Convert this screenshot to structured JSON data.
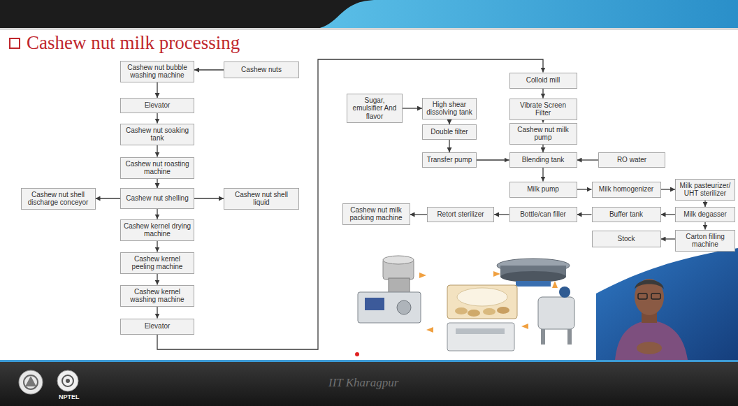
{
  "diagram": {
    "title": "Cashew nut milk processing",
    "nodes": [
      {
        "text": [
          "Cashew nut bubble washing machine"
        ]
      },
      {
        "text": [
          "Cashew nuts"
        ]
      },
      {
        "text": [
          "Elevator"
        ]
      },
      {
        "text": [
          "Cashew nut soaking tank"
        ]
      },
      {
        "text": [
          "Cashew nut roasting machine"
        ]
      },
      {
        "text": [
          "Cashew nut shell discharge conceyor"
        ]
      },
      {
        "text": [
          "Cashew nut shelling"
        ]
      },
      {
        "text": [
          "Cashew nut shell liquid"
        ]
      },
      {
        "text": [
          "Cashew kernel drying machine"
        ]
      },
      {
        "text": [
          "Cashew kernel peeling machine"
        ]
      },
      {
        "text": [
          "Cashew kernel washing machine"
        ]
      },
      {
        "text": [
          "Elevator"
        ]
      },
      {
        "text": [
          "Colloid mill"
        ]
      },
      {
        "text": [
          "Sugar, emulsifier And flavor"
        ]
      },
      {
        "text": [
          "High shear dissolving tank"
        ]
      },
      {
        "text": [
          "Vibrate Screen Filter"
        ]
      },
      {
        "text": [
          "Double filter"
        ]
      },
      {
        "text": [
          "Cashew nut milk pump"
        ]
      },
      {
        "text": [
          "Transfer pump"
        ]
      },
      {
        "text": [
          "Blending tank"
        ]
      },
      {
        "text": [
          "RO water"
        ]
      },
      {
        "text": [
          "Milk pump"
        ]
      },
      {
        "text": [
          "Milk homogenizer"
        ]
      },
      {
        "text": [
          "Milk pasteurizer/ UHT sterilizer"
        ]
      },
      {
        "text": [
          "Cashew nut milk packing machine"
        ]
      },
      {
        "text": [
          "Retort sterilizer"
        ]
      },
      {
        "text": [
          "Bottle/can filler"
        ]
      },
      {
        "text": [
          "Buffer tank"
        ]
      },
      {
        "text": [
          "Milk degasser"
        ]
      },
      {
        "text": [
          "Stock"
        ]
      },
      {
        "text": [
          "Carton filling machine"
        ]
      }
    ],
    "edges": [
      {
        "from": 1,
        "to": 0,
        "arrow": "to"
      },
      {
        "from": 0,
        "to": 2,
        "arrow": "to"
      },
      {
        "from": 2,
        "to": 3,
        "arrow": "to"
      },
      {
        "from": 3,
        "to": 4,
        "arrow": "to"
      },
      {
        "from": 4,
        "to": 6,
        "arrow": "to"
      },
      {
        "from": 6,
        "to": 5,
        "arrow": "to"
      },
      {
        "from": 6,
        "to": 7,
        "arrow": "to"
      },
      {
        "from": 6,
        "to": 8,
        "arrow": "to"
      },
      {
        "from": 8,
        "to": 9,
        "arrow": "to"
      },
      {
        "from": 9,
        "to": 10,
        "arrow": "to"
      },
      {
        "from": 10,
        "to": 11,
        "arrow": "to"
      },
      {
        "from": 11,
        "to": 12,
        "arrow": "to"
      },
      {
        "from": 12,
        "to": 15,
        "arrow": "to"
      },
      {
        "from": 15,
        "to": 17,
        "arrow": "to"
      },
      {
        "from": 17,
        "to": 19,
        "arrow": "to"
      },
      {
        "from": 13,
        "to": 14,
        "arrow": "to"
      },
      {
        "from": 14,
        "to": 16,
        "arrow": "to"
      },
      {
        "from": 16,
        "to": 18,
        "arrow": "to"
      },
      {
        "from": 18,
        "to": 19,
        "arrow": "to"
      },
      {
        "from": 20,
        "to": 19,
        "arrow": "to"
      },
      {
        "from": 19,
        "to": 21,
        "arrow": "to"
      },
      {
        "from": 21,
        "to": 22,
        "arrow": "to"
      },
      {
        "from": 22,
        "to": 23,
        "arrow": "to"
      },
      {
        "from": 23,
        "to": 28,
        "arrow": "to"
      },
      {
        "from": 28,
        "to": 27,
        "arrow": "to"
      },
      {
        "from": 27,
        "to": 26,
        "arrow": "to"
      },
      {
        "from": 26,
        "to": 25,
        "arrow": "to"
      },
      {
        "from": 25,
        "to": 24,
        "arrow": "to"
      },
      {
        "from": 28,
        "to": 30,
        "arrow": "to"
      },
      {
        "from": 30,
        "to": 29,
        "arrow": "to"
      }
    ],
    "labels": [
      "IIT Kharagpur",
      "NPTEL"
    ]
  }
}
